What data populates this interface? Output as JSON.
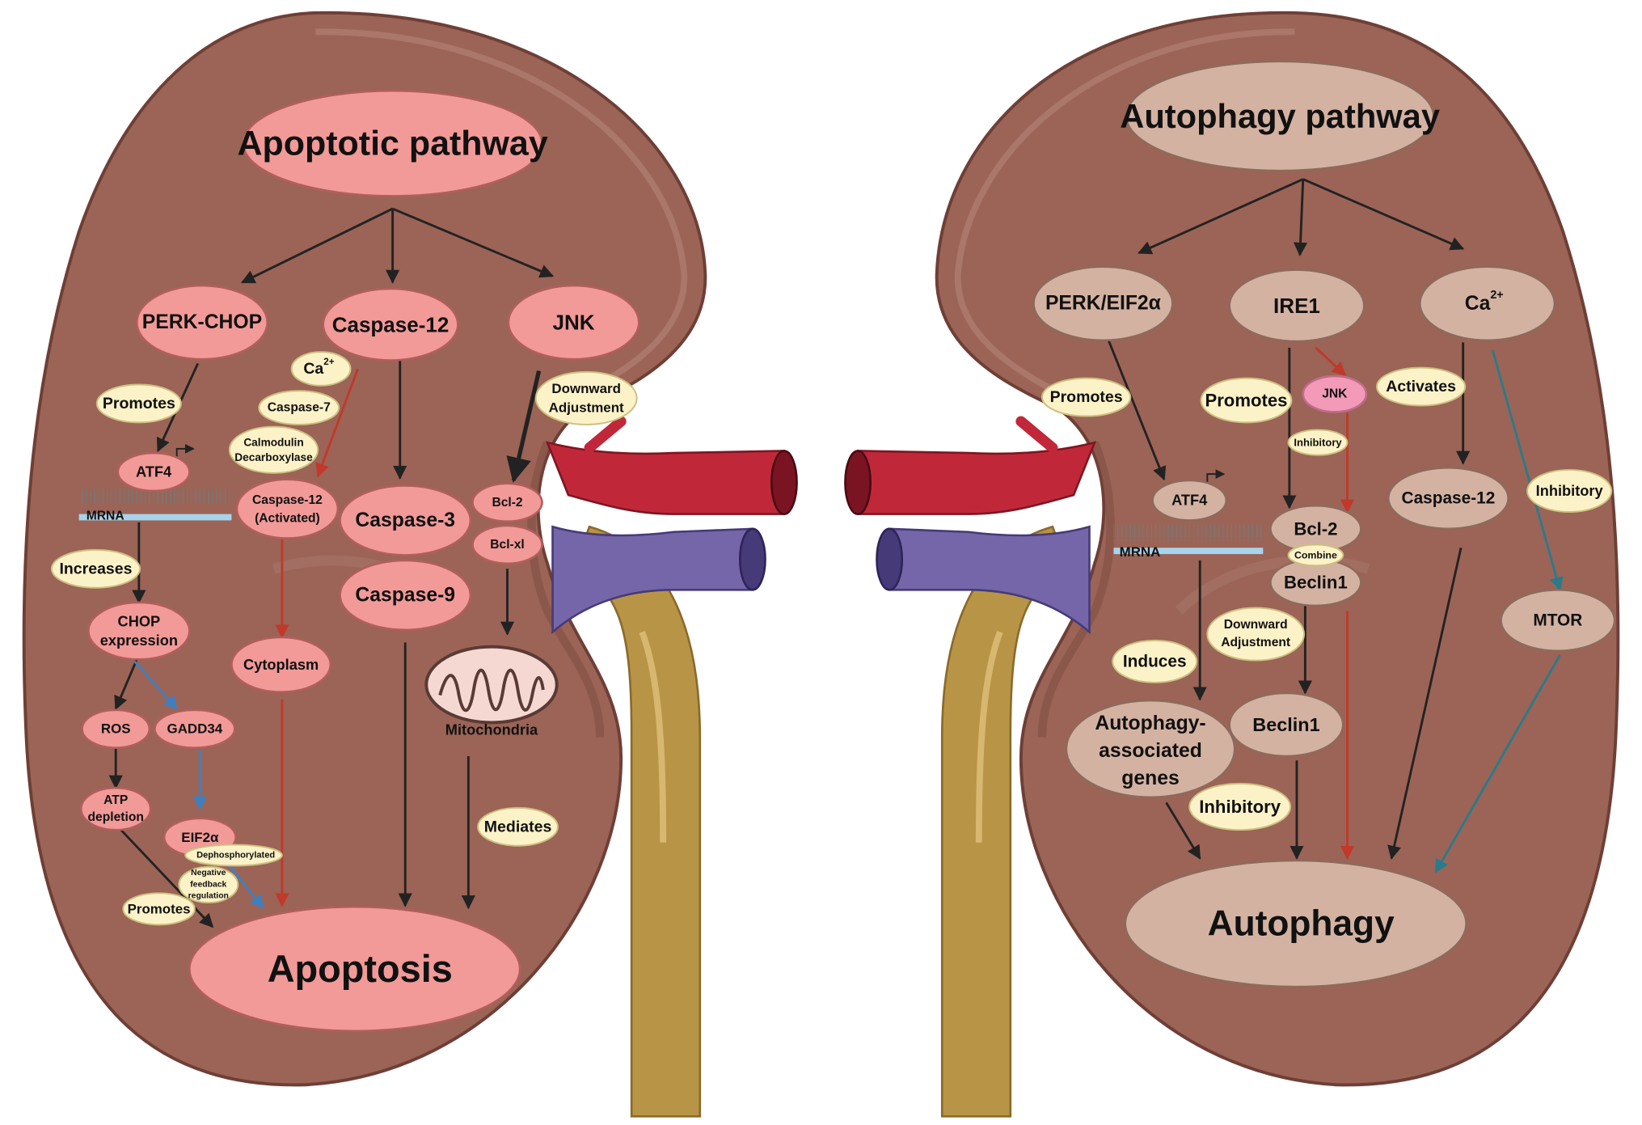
{
  "left": {
    "title": "Apoptotic pathway",
    "nodes": {
      "perk_chop": "PERK-CHOP",
      "caspase12": "Caspase-12",
      "jnk": "JNK",
      "ca": "Ca",
      "ca_sup": "2+",
      "caspase7": "Caspase-7",
      "calmodulin_1": "Calmodulin",
      "calmodulin_2": "Decarboxylase",
      "atf4": "ATF4",
      "mrna": "MRNA",
      "casp12_act_1": "Caspase-12",
      "casp12_act_2": "(Activated)",
      "caspase3": "Caspase-3",
      "caspase9": "Caspase-9",
      "bcl2": "Bcl-2",
      "bclxl": "Bcl-xl",
      "chop_1": "CHOP",
      "chop_2": "expression",
      "cytoplasm": "Cytoplasm",
      "mitochondria": "Mitochondria",
      "ros": "ROS",
      "gadd34": "GADD34",
      "atp_1": "ATP",
      "atp_2": "depletion",
      "eif2a": "EIF2α",
      "apoptosis": "Apoptosis"
    },
    "notes": {
      "promotes_1": "Promotes",
      "downward_1": "Downward",
      "downward_2": "Adjustment",
      "increases": "Increases",
      "mediates": "Mediates",
      "dephosphorylated": "Dephosphorylated",
      "negative_1": "Negative",
      "negative_2": "feedback",
      "negative_3": "regulation",
      "promotes_2": "Promotes"
    }
  },
  "right": {
    "title": "Autophagy pathway",
    "nodes": {
      "perk_eif2a": "PERK/EIF2α",
      "ire1": "IRE1",
      "ca": "Ca",
      "ca_sup": "2+",
      "jnk": "JNK",
      "atf4": "ATF4",
      "mrna": "MRNA",
      "bcl2": "Bcl-2",
      "beclin1_top": "Beclin1",
      "caspase12": "Caspase-12",
      "mtor": "MTOR",
      "autophagy_genes_1": "Autophagy-",
      "autophagy_genes_2": "associated",
      "autophagy_genes_3": "genes",
      "beclin1": "Beclin1",
      "autophagy": "Autophagy"
    },
    "notes": {
      "promotes_1": "Promotes",
      "promotes_2": "Promotes",
      "activates": "Activates",
      "inhibitory_small": "Inhibitory",
      "inhibitory_right": "Inhibitory",
      "combine": "Combine",
      "downward_1": "Downward",
      "downward_2": "Adjustment",
      "induces": "Induces",
      "inhibitory_bottom": "Inhibitory"
    }
  },
  "colors": {
    "kidney": "#9b6456",
    "kidney_light": "#a8786c",
    "left_node": "#f19a98",
    "right_node": "#d4b2a2",
    "note": "#fcf2c8",
    "artery": "#c0283a",
    "vein": "#7466a8",
    "ureter": "#b89446",
    "arrow_black": "#222222",
    "arrow_red": "#c0392b",
    "arrow_blue": "#3f7fc0",
    "arrow_teal": "#2b7a8a",
    "mrna_bar": "#a6d4ec"
  }
}
